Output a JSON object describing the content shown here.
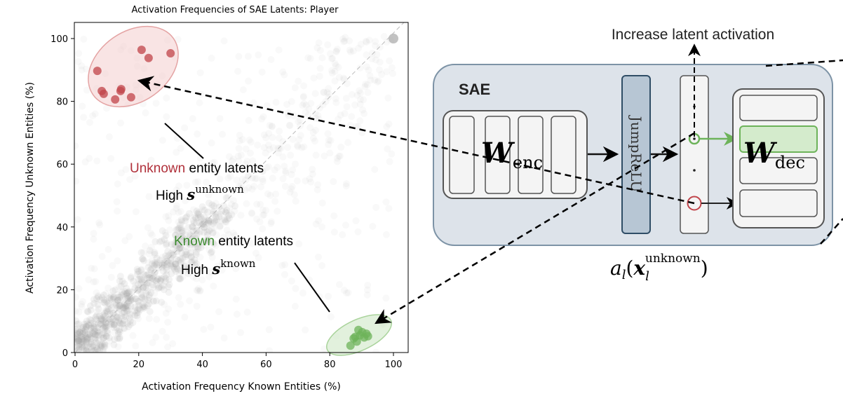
{
  "chart_data": {
    "type": "scatter",
    "title": "Activation Frequencies of SAE Latents: Player",
    "xlabel": "Activation Frequency Known Entities (%)",
    "ylabel": "Activation Frequency Unknown Entities (%)",
    "xlim": [
      0,
      105
    ],
    "ylim": [
      0,
      105
    ],
    "xticks": [
      0,
      20,
      40,
      60,
      80,
      100
    ],
    "yticks": [
      0,
      20,
      40,
      60,
      80,
      100
    ],
    "grid": false,
    "series": [
      {
        "name": "Unknown entity latents",
        "color": "#c0444a",
        "x": [
          20.9,
          23.1,
          30.0,
          7.0,
          8.4,
          9.0,
          14.5,
          14.3,
          12.6,
          17.6
        ],
        "y": [
          96.4,
          93.8,
          95.3,
          89.7,
          83.3,
          82.4,
          83.9,
          83.3,
          80.6,
          81.3
        ]
      },
      {
        "name": "Known entity latents",
        "color": "#6db35a",
        "x": [
          86.5,
          87.5,
          88.5,
          89.5,
          90.2,
          90.8,
          91.5,
          89.0,
          92.0,
          88.0
        ],
        "y": [
          2.2,
          4.5,
          3.5,
          5.5,
          6.5,
          4.8,
          6.0,
          7.2,
          5.2,
          5.0
        ]
      }
    ],
    "annotations": {
      "unknown_word": "Unknown",
      "unknown_rest": " entity latents",
      "unknown_high": "High ",
      "unknown_s": "s",
      "unknown_sup": "unknown",
      "known_word": "Known",
      "known_rest": " entity latents",
      "known_high": "High ",
      "known_s": "s",
      "known_sup": "known"
    }
  },
  "diagram": {
    "top_label": "Increase latent activation",
    "sae_label": "SAE",
    "enc_W": "W",
    "enc_sub": "enc",
    "jumprelu": "JumpReLU",
    "dec_W": "W",
    "dec_sub": "dec",
    "act_a": "a",
    "act_l": "l",
    "act_open": "(",
    "act_x": "x",
    "act_sub": "l",
    "act_sup": "unknown",
    "act_close": ")",
    "colors": {
      "sae_fill": "#dde3ea",
      "sae_stroke": "#7d93a6",
      "relu_fill": "#b7c6d4",
      "relu_stroke": "#2f4d66",
      "green": "#6db35a",
      "red": "#c0444a"
    }
  }
}
